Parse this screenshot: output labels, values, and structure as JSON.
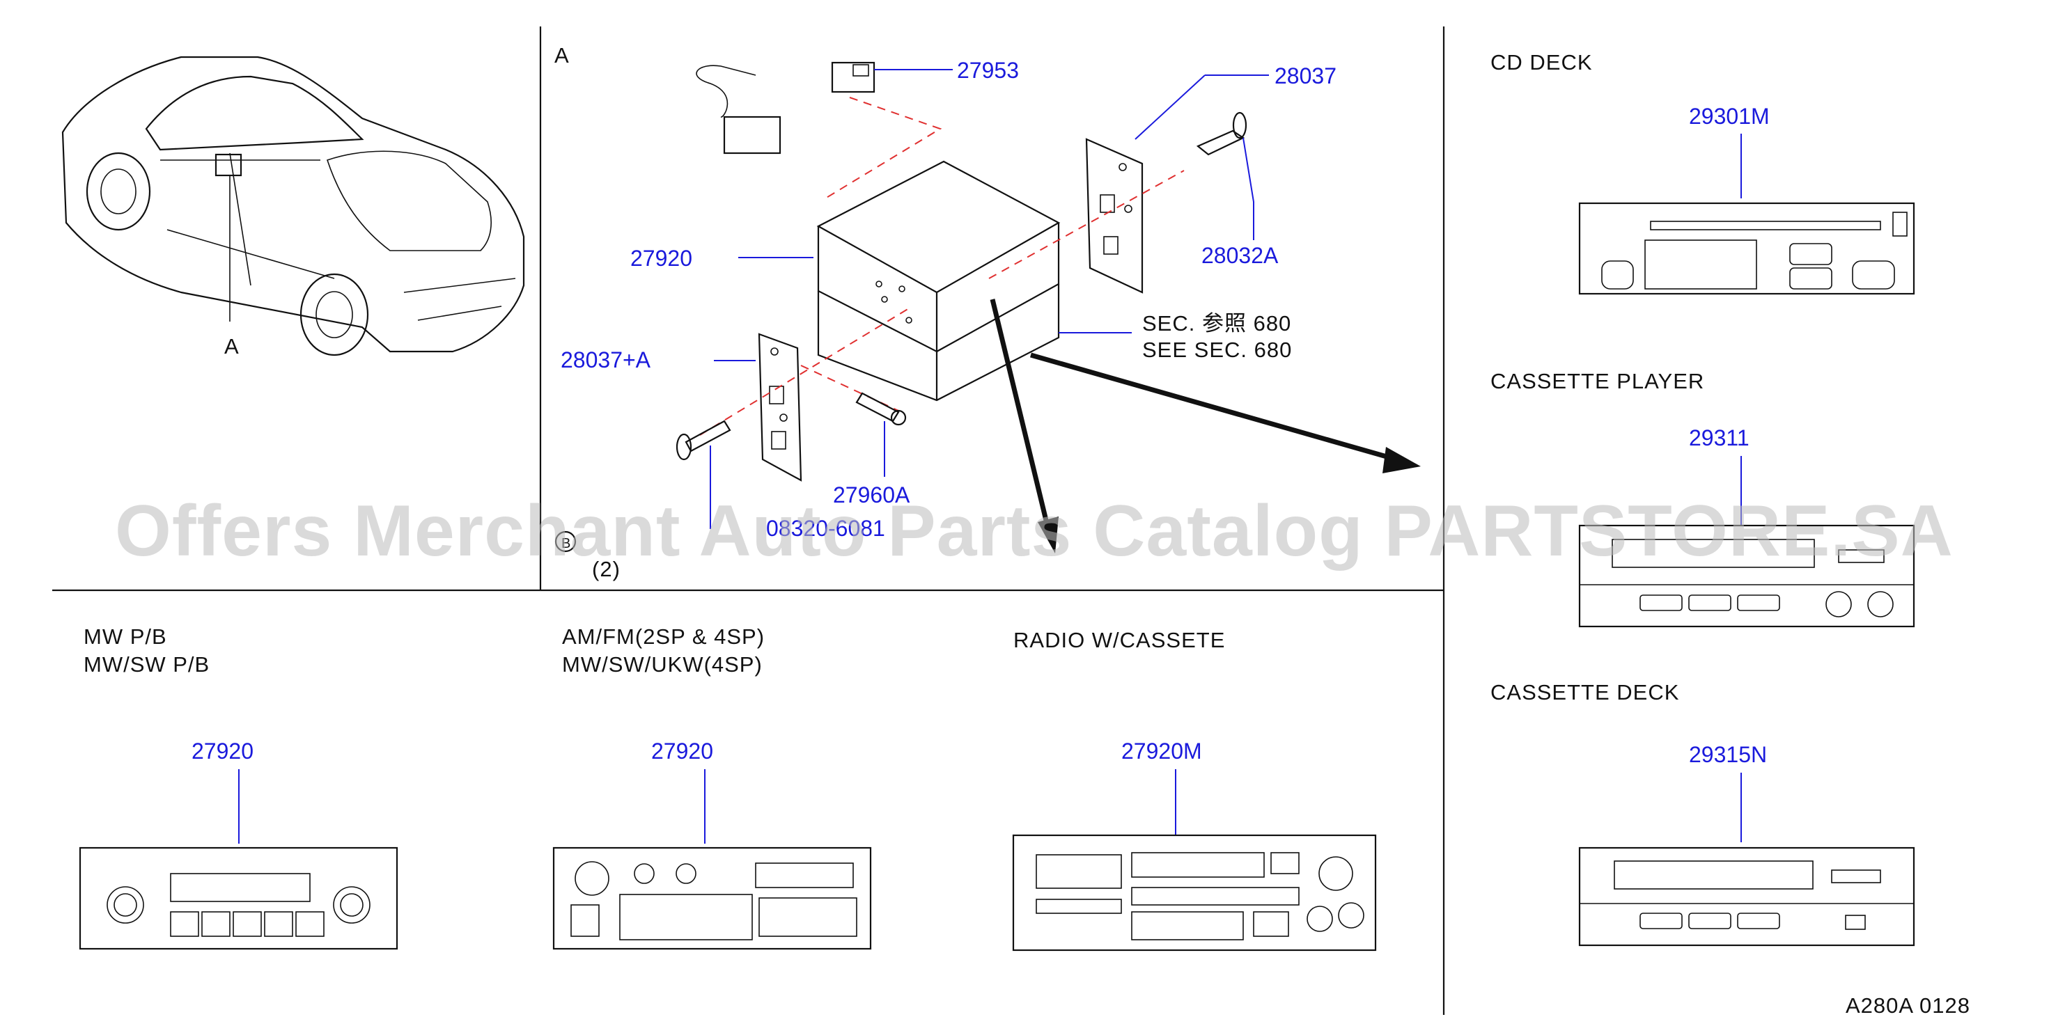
{
  "section_a": {
    "label": "A",
    "car_callout": "A",
    "parts": {
      "p27953": "27953",
      "p28037": "28037",
      "p28032a": "28032A",
      "p27920": "27920",
      "p28037a": "28037+A",
      "p27960a": "27960A",
      "bolt_code": "08320-6081",
      "bolt_qty": "(2)"
    },
    "sec_ref_1": "SEC. 参照 680",
    "sec_ref_2": "SEE   SEC.   680"
  },
  "right_panel": {
    "cd_deck": {
      "title": "CD  DECK",
      "part": "29301M"
    },
    "cassette_player": {
      "title": "CASSETTE  PLAYER",
      "part": "29311"
    },
    "cassette_deck": {
      "title": "CASSETTE  DECK",
      "part": "29315N"
    }
  },
  "bottom_panel": {
    "mw": {
      "line1": "MW  P/B",
      "line2": "MW/SW  P/B",
      "part": "27920"
    },
    "amfm": {
      "line1": "AM/FM(2SP  &  4SP)",
      "line2": "MW/SW/UKW(4SP)",
      "part": "27920"
    },
    "radio": {
      "line1": "RADIO  W/CASSETE",
      "part": "27920M"
    }
  },
  "diagram_code": "A280A  0128",
  "watermark": "Offers Merchant Auto Parts Catalog PARTSTORE.SA",
  "colors": {
    "part_number": "#1a1adc",
    "dashed_guide": "#e03030",
    "line": "#111111"
  }
}
